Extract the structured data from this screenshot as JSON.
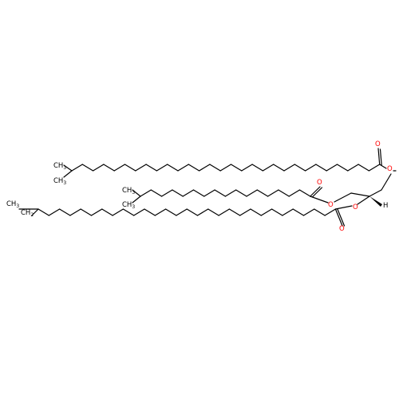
{
  "colors": {
    "bond": "#000000",
    "oxygen": "#ff0000",
    "text": "#000000"
  },
  "labels": {
    "methyl": "CH3",
    "methyl_c": "CH",
    "methyl_sub": "3",
    "ethyl_c": "CH",
    "ethyl_sub": "2",
    "oxygen": "O",
    "hydrogen": "H"
  }
}
